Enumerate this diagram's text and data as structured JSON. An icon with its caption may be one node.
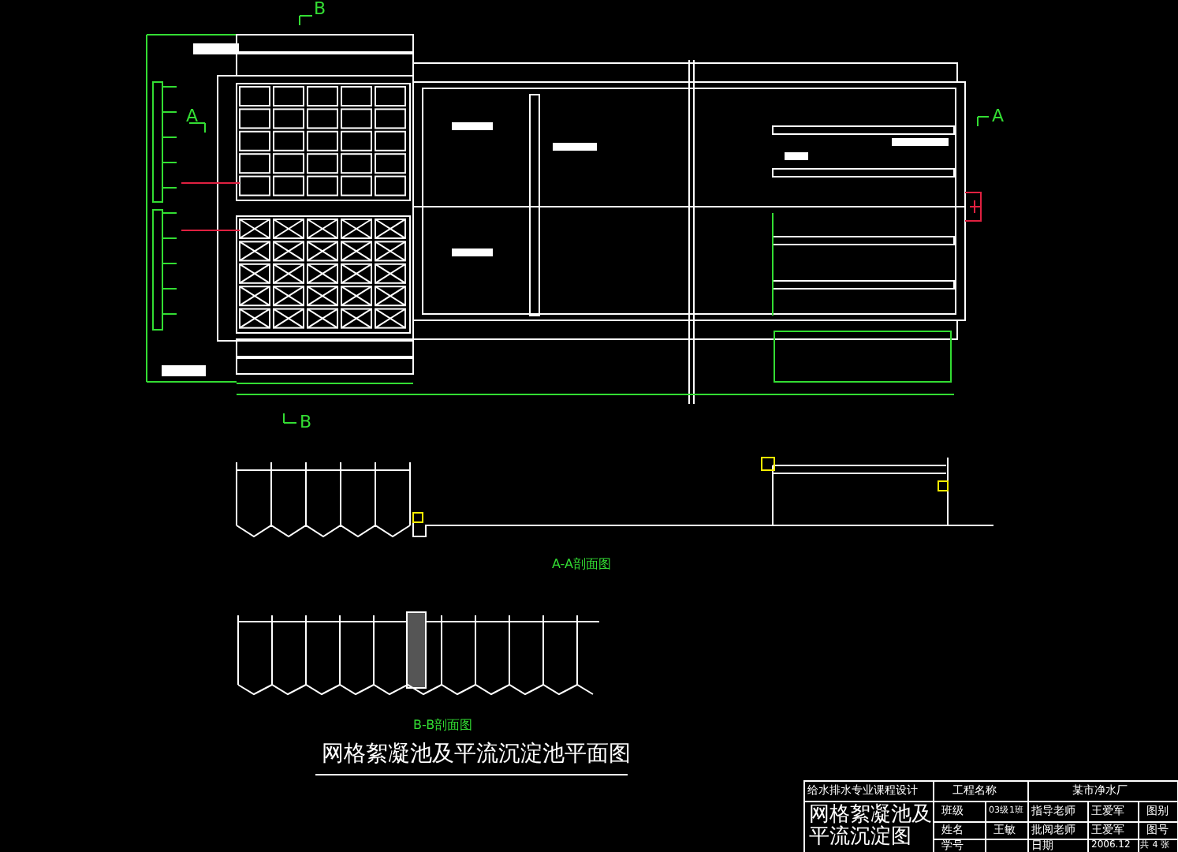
{
  "diagram": {
    "title": "网格絮凝池及平流沉淀池平面图",
    "labels": [
      "B",
      "A",
      "A",
      "B",
      "A-A剖面图",
      "B-B剖面图",
      "给水排水专业课程设计",
      "工程名称",
      "某市净水厂",
      "网格絮凝池及平流沉淀图",
      "班级",
      "03级1班",
      "指导老师",
      "王爱军",
      "图别",
      "姓名",
      "王敏",
      "批阅老师",
      "王爱军",
      "图号",
      "学号",
      "日期",
      "2006.12",
      "共 4 张"
    ]
  }
}
